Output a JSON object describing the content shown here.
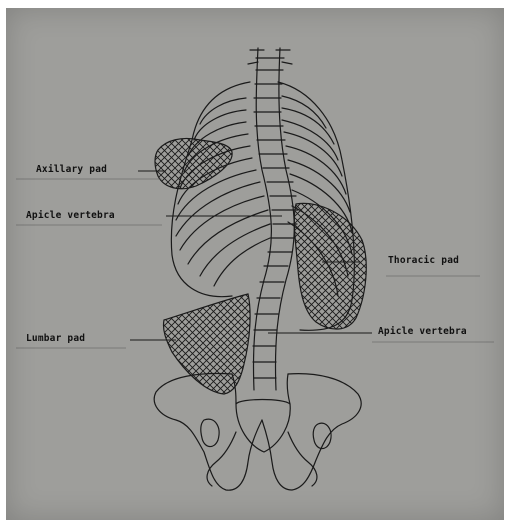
{
  "labels": {
    "axillary_pad": "Axillary pad",
    "apical_vertebra_upper": "Apicle vertebra",
    "thoracic_pad": "Thoracic pad",
    "lumbar_pad": "Lumbar pad",
    "apical_vertebra_lower": "Apicle vertebra"
  },
  "colors": {
    "background": "#9e9e9b",
    "ink": "#1a1a1a"
  }
}
